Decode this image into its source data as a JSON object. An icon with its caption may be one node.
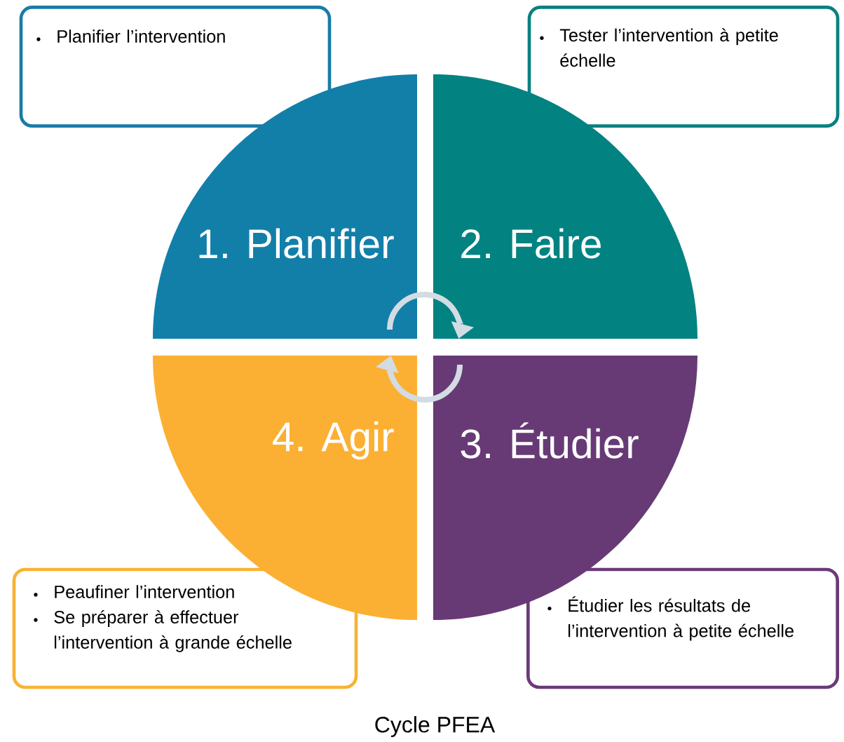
{
  "diagram": {
    "caption": "Cycle PFEA",
    "nodes": [
      {
        "text": [
          "Planifier l’intervention"
        ]
      },
      {
        "text": [
          "Tester l’intervention à petite échelle"
        ]
      },
      {
        "text": [
          "1. Planifier"
        ]
      },
      {
        "text": [
          "2. Faire"
        ]
      },
      {
        "text": [
          "4. Agir"
        ]
      },
      {
        "text": [
          "3. Étudier"
        ]
      },
      {
        "text": [
          "Peaufiner l’intervention",
          "Se préparer à effectuer l’intervention à grande échelle"
        ]
      },
      {
        "text": [
          "Étudier les résultats de l’intervention à petite échelle"
        ]
      }
    ],
    "edges": [
      {
        "from": 2,
        "to": 3,
        "arrow": "to"
      },
      {
        "from": 5,
        "to": 4,
        "arrow": "to"
      }
    ]
  }
}
